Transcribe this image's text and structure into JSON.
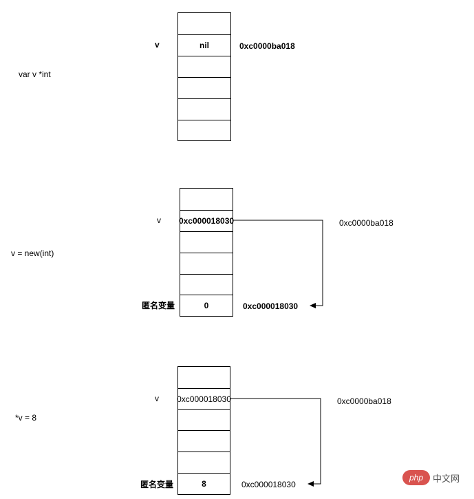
{
  "diagrams": [
    {
      "code": "var v *int",
      "var_label": "v",
      "pointer_value": "nil",
      "pointer_address": "0xc0000ba018"
    },
    {
      "code": "v = new(int)",
      "var_label": "v",
      "pointer_value": "0xc000018030",
      "pointer_address": "0xc0000ba018",
      "anon_label": "匿名变量",
      "anon_value": "0",
      "anon_address": "0xc000018030"
    },
    {
      "code": "*v = 8",
      "var_label": "v",
      "pointer_value": "0xc000018030",
      "pointer_address": "0xc0000ba018",
      "anon_label": "匿名变量",
      "anon_value": "8",
      "anon_address": "0xc000018030"
    }
  ],
  "watermark": {
    "logo": "php",
    "text": "中文网"
  }
}
